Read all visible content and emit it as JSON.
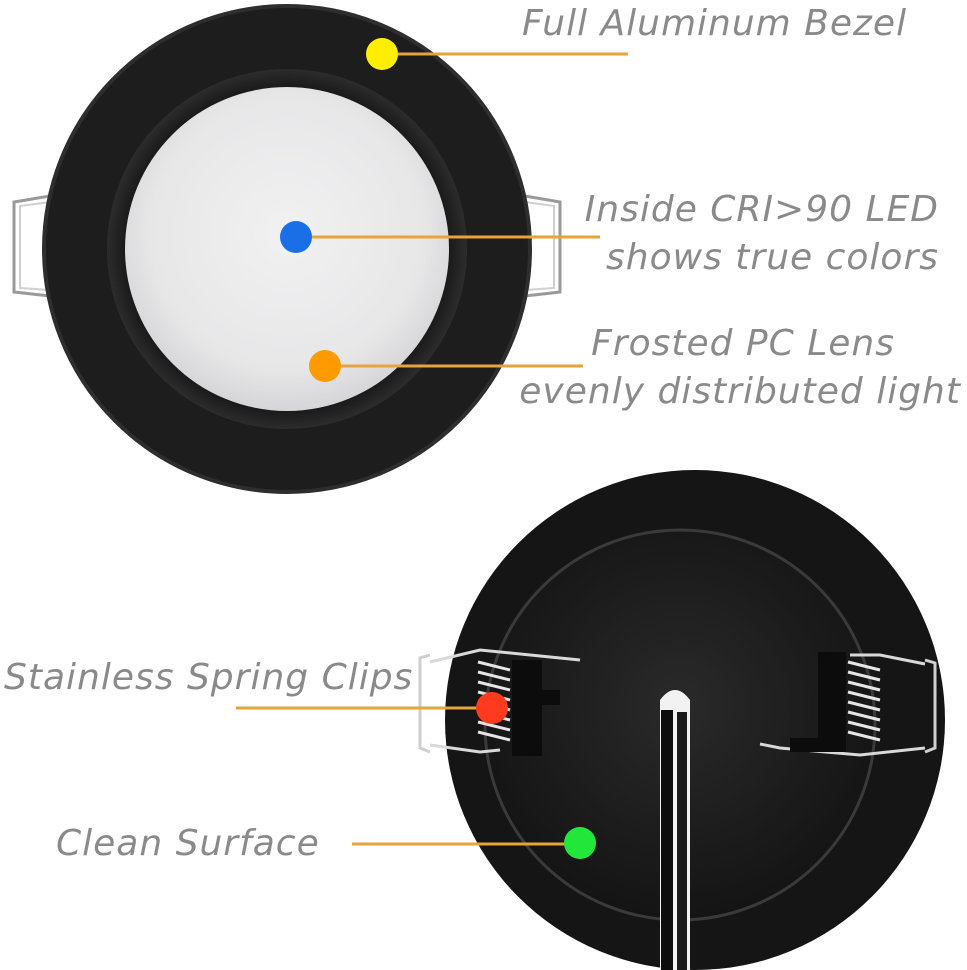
{
  "callouts": {
    "bezel": {
      "text": "Full Aluminum Bezel",
      "dot_color": "#ffee00"
    },
    "led": {
      "line1": "Inside CRI>90 LED",
      "line2": "shows true colors",
      "dot_color": "#1a6fe6"
    },
    "lens": {
      "line1": "Frosted PC Lens",
      "line2": "evenly distributed light",
      "dot_color": "#ff9a00"
    },
    "clips": {
      "text": "Stainless Spring Clips",
      "dot_color": "#ff3b1f"
    },
    "surface": {
      "text": "Clean Surface",
      "dot_color": "#22e63a"
    }
  },
  "colors": {
    "leader_line": "#e8a33a",
    "label_text": "#8a8a8a",
    "bezel": "#1e1e1e",
    "lens": "#e9e9ea"
  }
}
